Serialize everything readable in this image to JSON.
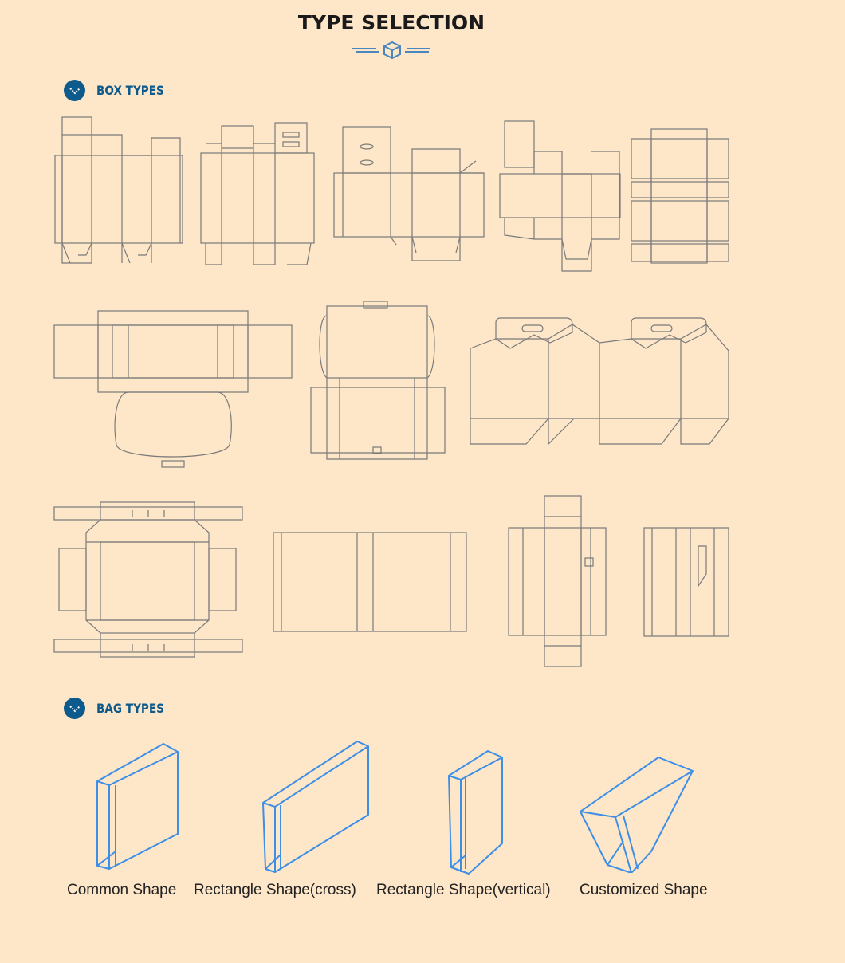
{
  "header": {
    "title": "TYPE SELECTION",
    "ornament_icon": "box-icon"
  },
  "sections": {
    "box_types": {
      "label": "BOX TYPES",
      "icon": "chevron-down-icon"
    },
    "bag_types": {
      "label": "BAG TYPES",
      "icon": "chevron-down-icon"
    }
  },
  "bags": [
    {
      "label": "Common Shape"
    },
    {
      "label": "Rectangle Shape(cross)"
    },
    {
      "label": "Rectangle Shape(vertical)"
    },
    {
      "label": "Customized Shape"
    }
  ],
  "colors": {
    "background": "#fee6c9",
    "accent": "#0d5a8c",
    "dieline": "#7a7a7a",
    "bag_line": "#3d8fe6"
  }
}
